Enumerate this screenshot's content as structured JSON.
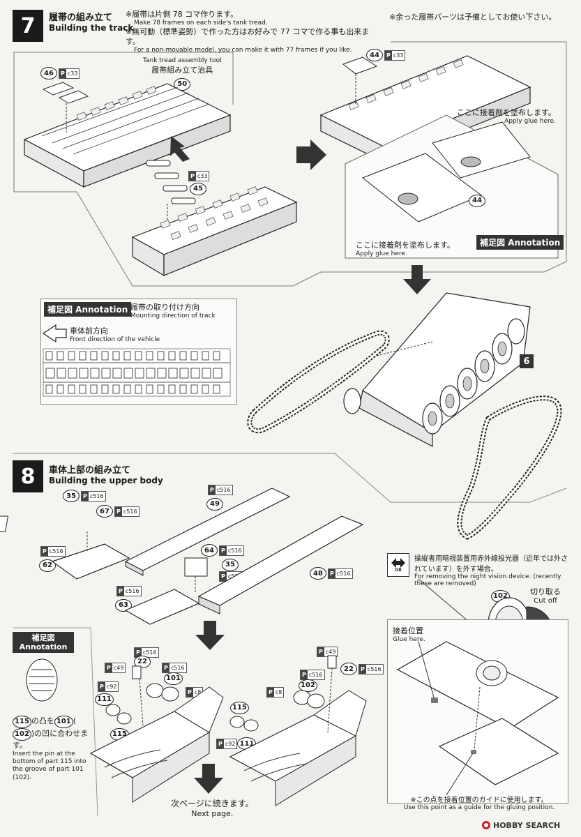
{
  "step7": {
    "number": "7",
    "title_jp": "履帯の組み立て",
    "title_en": "Building the track",
    "note1_jp": "※履帯は片側 78 コマ作ります。",
    "note1_en": "Make 78 frames on each side's tank tread.",
    "note2_jp": "※無可動（標準姿勢）で作った方はお好みで 77 コマで作る事も出来ます。",
    "note2_en": "For a non-movable model, you can make it with 77 frames if you like.",
    "spare_note_jp": "※余った履帯パーツは予備としてお使い下さい。",
    "tool_label_en": "Tank tread assembly tool",
    "tool_label_jp": "履帯組み立て治具",
    "tool_part": "50",
    "part46": "46",
    "part46_code": "c33",
    "part45": "45",
    "part45_code": "c33",
    "part44": "44",
    "part44_code": "c33",
    "part44b": "44",
    "glue_jp_1": "ここに接着剤を塗布します。",
    "glue_en_1": "Apply glue here.",
    "glue_jp_2": "ここに接着剤を塗布します。",
    "glue_en_2": "Apply glue here.",
    "annotation_label": "補足図 Annotation",
    "annotation2_label": "補足図 Annotation",
    "mount_dir_jp": "履帯の取り付け方向",
    "mount_dir_en": "Mounting direction of track",
    "front_dir_jp": "車体前方向",
    "front_dir_en": "Front direction of the vehicle",
    "hull_part": "6"
  },
  "step8": {
    "number": "8",
    "title_jp": "車体上部の組み立て",
    "title_en": "Building the upper body",
    "parts": {
      "p35a": "35",
      "p35a_code": "c516",
      "p67": "67",
      "p67_code": "c516",
      "p62": "62",
      "p62_code": "c516",
      "p63": "63",
      "p63_code": "c516",
      "p49": "49",
      "p49_code": "c516",
      "p64": "64",
      "p64_code": "c516",
      "p35b": "35",
      "p35b_code": "c516",
      "p48": "48",
      "p48_code": "c516",
      "p22a": "22",
      "p22a_code": "c516",
      "p22a_c": "c49",
      "p101": "101",
      "p101_code": "c516",
      "p111a": "111",
      "p111a_code": "c92",
      "p115a": "115",
      "p_c8a": "c8",
      "p115b": "115",
      "p_c8b": "c8",
      "p102": "102",
      "p102_code": "c516",
      "p22b": "22",
      "p22b_code": "c516",
      "p22b_c": "c49",
      "p111b": "111",
      "p111b_code": "c92",
      "p102c": "102"
    },
    "annotation_jp": "補足図",
    "annotation_en": "Annotation",
    "pin_note_jp_a": "115",
    "pin_note_jp_mid": "の凸を",
    "pin_note_jp_b": "101",
    "pin_note_jp_c": "102",
    "pin_note_jp_end": "の凹に合わせます。",
    "pin_note_en": "Insert the pin at the bottom of part 115 into the groove of part 101 (102).",
    "or_label": "OR",
    "nv_jp": "操縦者用暗視装置用赤外線投光器（近年では外されています）を外す場合。",
    "nv_en": "For removing the night vision device. (recently these are removed)",
    "cutoff_jp": "切り取る",
    "cutoff_en": "Cut off",
    "glue_pos_jp": "接着位置",
    "glue_pos_en": "Glue here.",
    "guide_jp": "※この点を接着位置のガイドに使用します。",
    "guide_en": "Use this point as a guide for the gluing position.",
    "next_jp": "次ページに続きます。",
    "next_en": "Next page."
  },
  "watermark": "HOBBY SEARCH"
}
